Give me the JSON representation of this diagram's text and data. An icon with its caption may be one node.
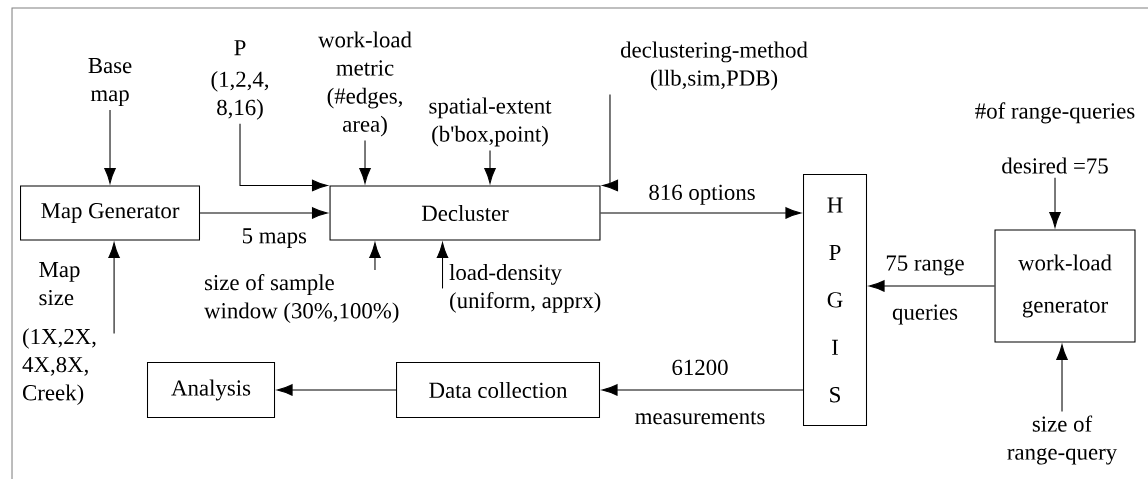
{
  "diagram": {
    "nodes": [
      {
        "text": [
          "Map Generator"
        ]
      },
      {
        "text": [
          "Decluster"
        ]
      },
      {
        "text": [
          "H P G I S"
        ]
      },
      {
        "text": [
          "work-load generator"
        ]
      },
      {
        "text": [
          "Data collection"
        ]
      },
      {
        "text": [
          "Analysis"
        ]
      },
      {
        "text": [
          "Base map"
        ]
      },
      {
        "text": [
          "Map size",
          "(1X,2X, 4X,8X, Creek)"
        ]
      },
      {
        "text": [
          "P",
          "(1,2,4, 8,16)"
        ]
      },
      {
        "text": [
          "work-load metric (#edges, area)"
        ]
      },
      {
        "text": [
          "spatial-extent (b'box,point)"
        ]
      },
      {
        "text": [
          "declustering-method (llb,sim,PDB)"
        ]
      },
      {
        "text": [
          "size of sample window (30%,100%)"
        ]
      },
      {
        "text": [
          "load-density (uniform, apprx)"
        ]
      },
      {
        "text": [
          "#of range-queries",
          "desired =75"
        ]
      },
      {
        "text": [
          "size of range-query"
        ]
      }
    ],
    "edges": [
      {
        "from": 6,
        "to": 0,
        "arrow": "to"
      },
      {
        "from": 7,
        "to": 0,
        "arrow": "to"
      },
      {
        "from": 0,
        "to": 1,
        "arrow": "to",
        "label": "5 maps"
      },
      {
        "from": 8,
        "to": 1,
        "arrow": "to"
      },
      {
        "from": 9,
        "to": 1,
        "arrow": "to"
      },
      {
        "from": 10,
        "to": 1,
        "arrow": "to"
      },
      {
        "from": 11,
        "to": 1,
        "arrow": "to"
      },
      {
        "from": 12,
        "to": 1,
        "arrow": "to"
      },
      {
        "from": 13,
        "to": 1,
        "arrow": "to"
      },
      {
        "from": 1,
        "to": 2,
        "arrow": "to",
        "label": "816 options"
      },
      {
        "from": 3,
        "to": 2,
        "arrow": "to",
        "label": "75 range queries"
      },
      {
        "from": 14,
        "to": 3,
        "arrow": "to"
      },
      {
        "from": 15,
        "to": 3,
        "arrow": "to"
      },
      {
        "from": 2,
        "to": 4,
        "arrow": "to",
        "label": "61200 measurements"
      },
      {
        "from": 4,
        "to": 5,
        "arrow": "to"
      }
    ]
  }
}
